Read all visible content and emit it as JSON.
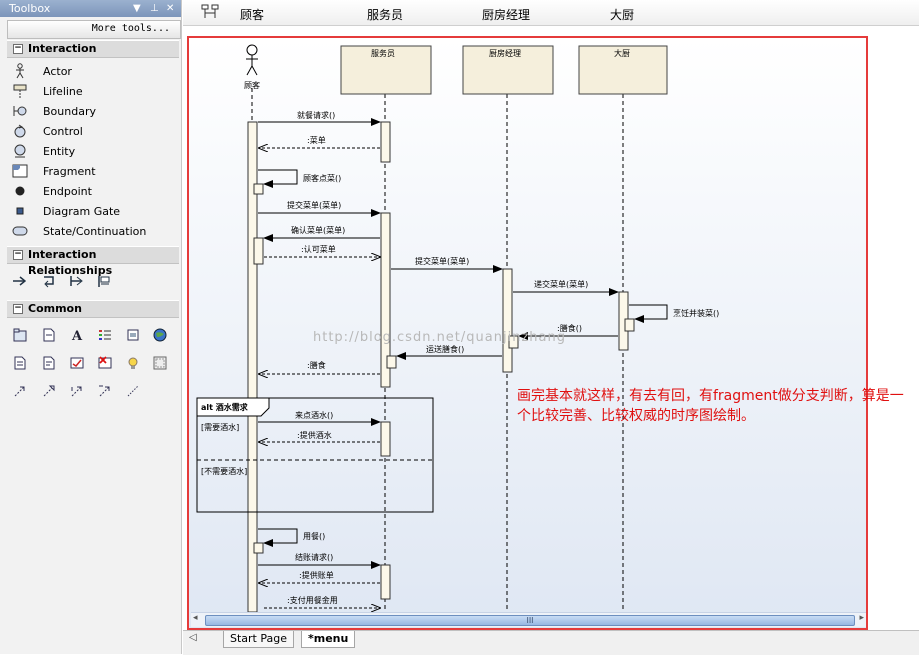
{
  "toolbox": {
    "title": "Toolbox",
    "more_tools": "More tools...",
    "sections": [
      {
        "label": "Interaction"
      },
      {
        "label": "Interaction Relationships"
      },
      {
        "label": "Common"
      }
    ],
    "interaction_tools": [
      "Actor",
      "Lifeline",
      "Boundary",
      "Control",
      "Entity",
      "Fragment",
      "Endpoint",
      "Diagram Gate",
      "State/Continuation"
    ]
  },
  "header": {
    "lifelines": [
      "顾客",
      "服务员",
      "厨房经理",
      "大厨"
    ]
  },
  "diagram": {
    "actor": "顾客",
    "objects": [
      "服务员",
      "厨房经理",
      "大厨"
    ],
    "messages": {
      "m1": "就餐请求()",
      "m2": ":菜单",
      "m3": "顾客点菜()",
      "m4": "提交菜单(菜单)",
      "m5": "确认菜单(菜单)",
      "m6": ":认可菜单",
      "m7": "提交菜单(菜单)",
      "m8": "递交菜单(菜单)",
      "m9": "烹饪并装菜()",
      "m10": ":膳食()",
      "m11": "运送膳食()",
      "m12": ":膳食",
      "m13": "来点酒水()",
      "m14": ":提供酒水",
      "m15": "用餐()",
      "m16": "结账请求()",
      "m17": ":提供账单",
      "m18": ":支付用餐金用"
    },
    "fragment": {
      "label": "alt 酒水需求",
      "guard1": "[需要酒水]",
      "guard2": "[不需要酒水]"
    },
    "watermark": "http://blog.csdn.net/quanjinzhang",
    "annotation": "画完基本就这样，有去有回，有fragment做分支判断，算是一个比较完善、比较权威的时序图绘制。"
  },
  "tabs": {
    "start": "Start Page",
    "menu": "*menu"
  },
  "scroll_label": "III",
  "colors": {
    "highlight_border": "#e53b3b",
    "annotation": "#e01010",
    "object_fill": "#f5efdc"
  }
}
